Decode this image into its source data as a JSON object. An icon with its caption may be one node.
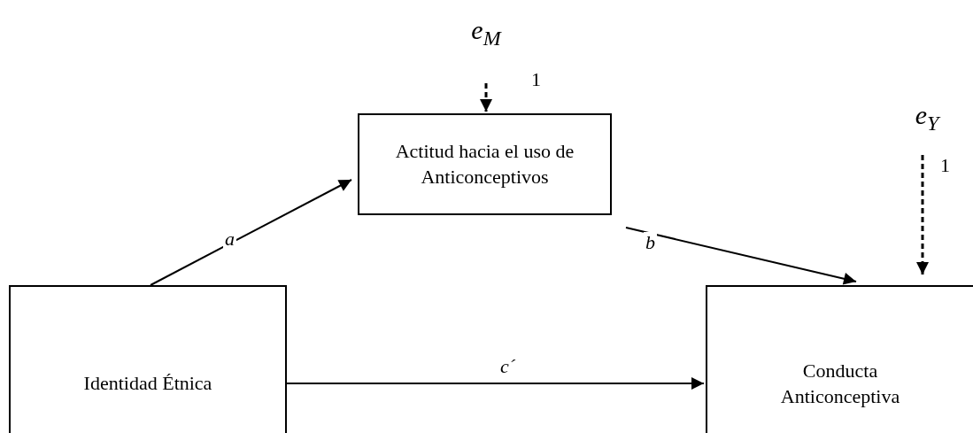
{
  "diagram": {
    "nodes": [
      {
        "text": [
          "Identidad Étnica"
        ]
      },
      {
        "text": [
          "Actitud hacia el uso de Anticonceptivos"
        ]
      },
      {
        "text": [
          "Conducta Anticonceptiva"
        ]
      },
      {
        "text": [
          "e$_{M}$"
        ]
      },
      {
        "text": [
          "e$_{Y}$"
        ]
      }
    ],
    "edges": [
      {
        "from": 0,
        "to": 1,
        "arrow": "to",
        "label": "a"
      },
      {
        "from": 1,
        "to": 2,
        "arrow": "to",
        "label": "b"
      },
      {
        "from": 0,
        "to": 2,
        "arrow": "to",
        "label": "c´"
      },
      {
        "from": 3,
        "to": 1,
        "arrow": "to",
        "label": "1",
        "style": "dashed"
      },
      {
        "from": 4,
        "to": 2,
        "arrow": "to",
        "label": "1",
        "style": "dashed"
      }
    ]
  }
}
